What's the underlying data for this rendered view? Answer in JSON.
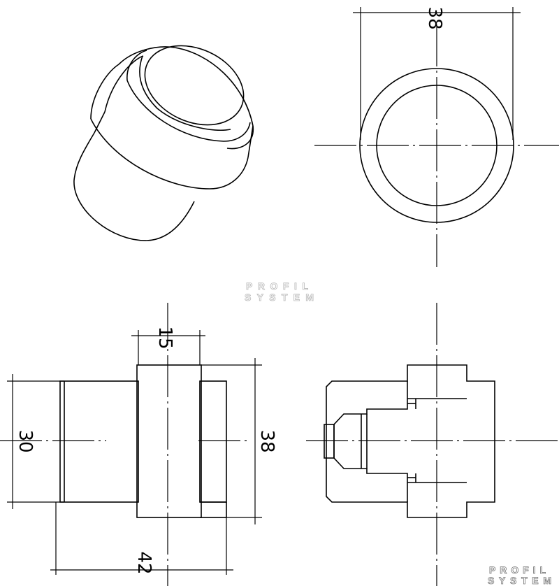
{
  "watermark": {
    "line1": "PROFIL",
    "line2": "SYSTEM"
  },
  "dimensions": {
    "top_view_diameter": "38",
    "front_collar_width": "15",
    "front_body_height": "30",
    "front_total_height": "38",
    "front_total_length": "42"
  },
  "colors": {
    "line": "#000000",
    "watermark_light": "#b8b8b8",
    "watermark_dark": "#777777"
  }
}
